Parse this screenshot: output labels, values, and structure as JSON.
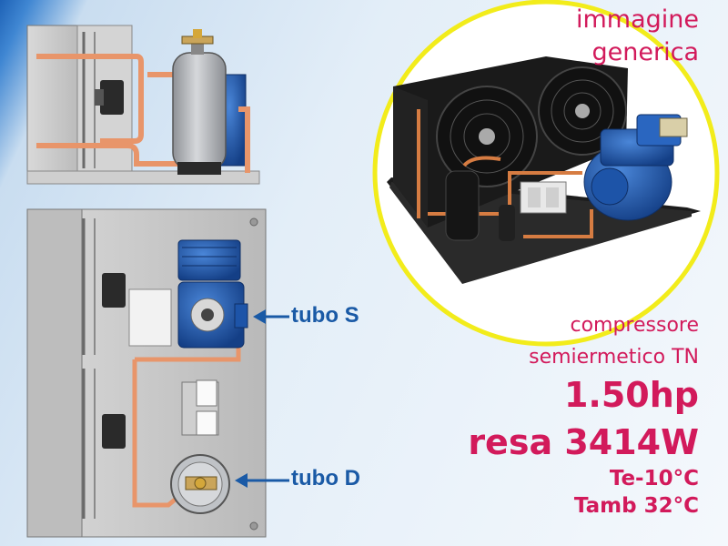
{
  "tag": {
    "line1": "immagine",
    "line2": "generica"
  },
  "specs": {
    "line1": "compressore",
    "line2": "semiermetico TN",
    "power": "1.50hp",
    "yield": "resa 3414W",
    "te": "Te-10°C",
    "tamb": "Tamb 32°C"
  },
  "tubes": {
    "suction": "tubo S",
    "discharge": "tubo D"
  },
  "colors": {
    "accent_pink": "#d21a5b",
    "label_blue": "#1a5aa6",
    "ring_yellow": "#f2ec1b",
    "pipe_copper": "#e8956a",
    "compressor_blue": "#1d54a8",
    "frame_gray": "#c8c8c8"
  }
}
